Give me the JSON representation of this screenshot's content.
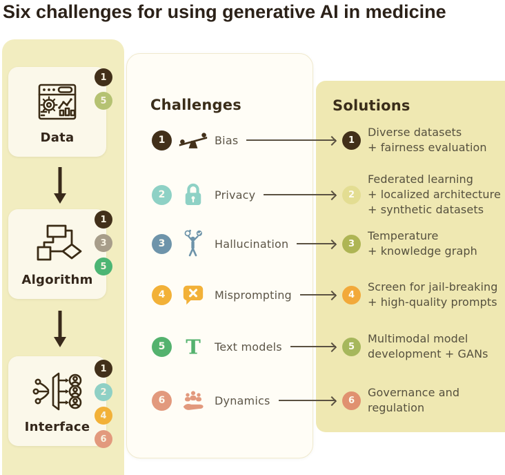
{
  "title": "Six challenges for using generative AI in medicine",
  "pipeline": {
    "stages": [
      {
        "label": "Data",
        "icon": "dashboard-icon",
        "badges": [
          {
            "n": "1",
            "color": "#42301a"
          },
          {
            "n": "5",
            "color": "#b5c272"
          }
        ]
      },
      {
        "label": "Algorithm",
        "icon": "flowchart-icon",
        "badges": [
          {
            "n": "1",
            "color": "#42301a"
          },
          {
            "n": "3",
            "color": "#a79d8a"
          },
          {
            "n": "5",
            "color": "#4cb574"
          }
        ]
      },
      {
        "label": "Interface",
        "icon": "interface-icon",
        "badges": [
          {
            "n": "1",
            "color": "#42301a"
          },
          {
            "n": "2",
            "color": "#8fd0c5"
          },
          {
            "n": "4",
            "color": "#f2b138"
          },
          {
            "n": "6",
            "color": "#e2997d"
          }
        ]
      }
    ]
  },
  "challenges": {
    "header": "Challenges",
    "items": [
      {
        "n": "1",
        "label": "Bias",
        "color": "#42301a",
        "icon": "balance-icon"
      },
      {
        "n": "2",
        "label": "Privacy",
        "color": "#8ed1c5",
        "icon": "lock-icon"
      },
      {
        "n": "3",
        "label": "Hallucination",
        "color": "#6e94aa",
        "icon": "juggler-icon"
      },
      {
        "n": "4",
        "label": "Misprompting",
        "color": "#f2b138",
        "icon": "chat-error-icon"
      },
      {
        "n": "5",
        "label": "Text models",
        "color": "#54b26e",
        "icon": "letter-t-icon"
      },
      {
        "n": "6",
        "label": "Dynamics",
        "color": "#e2997d",
        "icon": "people-hand-icon"
      }
    ]
  },
  "solutions": {
    "header": "Solutions",
    "items": [
      {
        "n": "1",
        "color": "#42301a",
        "lines": [
          "Diverse datasets",
          "+ fairness evaluation"
        ]
      },
      {
        "n": "2",
        "color": "#e3dd92",
        "lines": [
          "Federated learning",
          "+ localized architecture",
          "+ synthetic datasets"
        ]
      },
      {
        "n": "3",
        "color": "#aeb554",
        "lines": [
          "Temperature",
          "+ knowledge graph"
        ]
      },
      {
        "n": "4",
        "color": "#f2a93a",
        "lines": [
          "Screen for jail-breaking",
          "+ high-quality prompts"
        ]
      },
      {
        "n": "5",
        "color": "#a6b75c",
        "lines": [
          "Multimodal model",
          "development + GANs"
        ]
      },
      {
        "n": "6",
        "color": "#e09170",
        "lines": [
          "Governance and",
          "regulation"
        ]
      }
    ]
  },
  "colors": {
    "panel_left": "#f2edc0",
    "panel_right": "#efe8b2",
    "card": "#fffdf6",
    "ink": "#3a2b15",
    "arrow": "#5a5141"
  }
}
